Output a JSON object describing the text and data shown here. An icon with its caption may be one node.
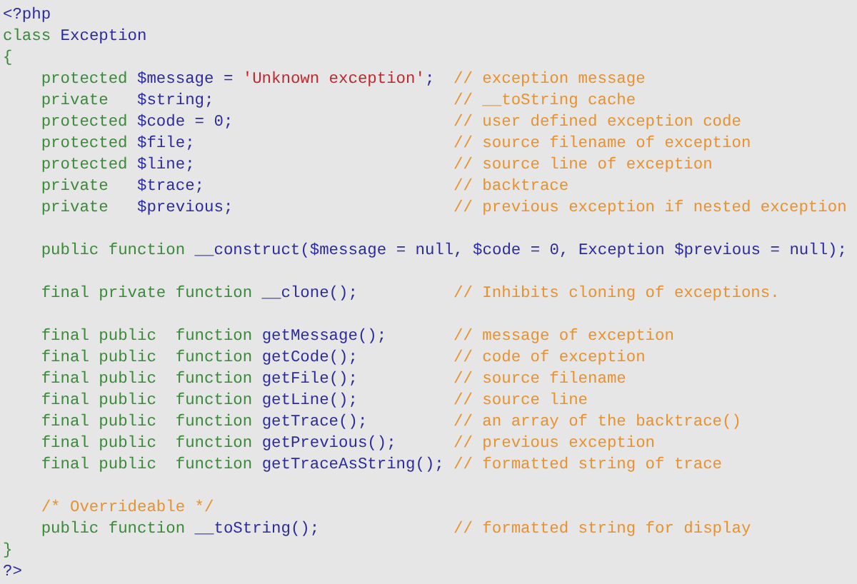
{
  "diagram": {
    "labels": [
      "<?php",
      "class Exception",
      "{",
      "protected $message = 'Unknown exception';",
      "// exception message",
      "private   $string;",
      "// __toString cache",
      "protected $code = 0;",
      "// user defined exception code",
      "protected $file;",
      "// source filename of exception",
      "protected $line;",
      "// source line of exception",
      "private   $trace;",
      "// backtrace",
      "private   $previous;",
      "// previous exception if nested exception",
      "public function __construct($message = null, $code = 0, Exception $previous = null);",
      "final private function __clone();",
      "// Inhibits cloning of exceptions.",
      "final public  function getMessage();",
      "// message of exception",
      "final public  function getCode();",
      "// code of exception",
      "final public  function getFile();",
      "// source filename",
      "final public  function getLine();",
      "// source line",
      "final public  function getTrace();",
      "// an array of the backtrace()",
      "final public  function getPrevious();",
      "// previous exception",
      "final public  function getTraceAsString();",
      "// formatted string of trace",
      "/* Overrideable */",
      "public function __toString();",
      "// formatted string for display",
      "}",
      "?>"
    ]
  }
}
